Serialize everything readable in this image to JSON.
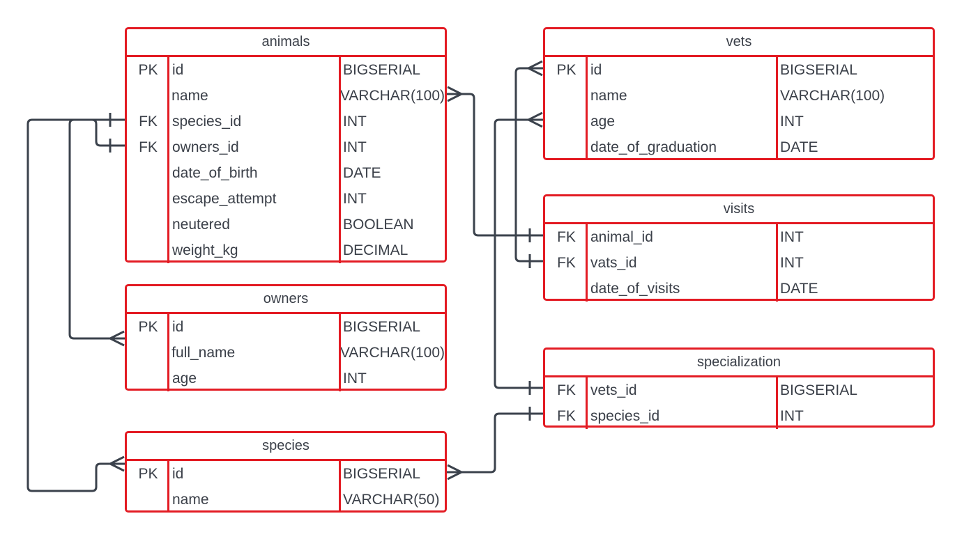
{
  "colors": {
    "entity_border": "#e31b23",
    "text": "#3a3f48",
    "connector": "#3b424c",
    "background": "#ffffff"
  },
  "tables": {
    "animals": {
      "title": "animals",
      "fields": [
        {
          "key": "PK",
          "name": "id",
          "type": "BIGSERIAL"
        },
        {
          "key": "",
          "name": "name",
          "type": "VARCHAR(100)"
        },
        {
          "key": "FK",
          "name": "species_id",
          "type": "INT"
        },
        {
          "key": "FK",
          "name": "owners_id",
          "type": "INT"
        },
        {
          "key": "",
          "name": "date_of_birth",
          "type": "DATE"
        },
        {
          "key": "",
          "name": "escape_attempt",
          "type": "INT"
        },
        {
          "key": "",
          "name": "neutered",
          "type": "BOOLEAN"
        },
        {
          "key": "",
          "name": "weight_kg",
          "type": "DECIMAL"
        }
      ]
    },
    "owners": {
      "title": "owners",
      "fields": [
        {
          "key": "PK",
          "name": "id",
          "type": "BIGSERIAL"
        },
        {
          "key": "",
          "name": "full_name",
          "type": "VARCHAR(100)"
        },
        {
          "key": "",
          "name": "age",
          "type": "INT"
        }
      ]
    },
    "species": {
      "title": "species",
      "fields": [
        {
          "key": "PK",
          "name": "id",
          "type": "BIGSERIAL"
        },
        {
          "key": "",
          "name": "name",
          "type": "VARCHAR(50)"
        }
      ]
    },
    "vets": {
      "title": "vets",
      "fields": [
        {
          "key": "PK",
          "name": "id",
          "type": "BIGSERIAL"
        },
        {
          "key": "",
          "name": "name",
          "type": "VARCHAR(100)"
        },
        {
          "key": "",
          "name": "age",
          "type": "INT"
        },
        {
          "key": "",
          "name": "date_of_graduation",
          "type": "DATE"
        }
      ]
    },
    "visits": {
      "title": "visits",
      "fields": [
        {
          "key": "FK",
          "name": "animal_id",
          "type": "INT"
        },
        {
          "key": "FK",
          "name": "vats_id",
          "type": "INT"
        },
        {
          "key": "",
          "name": "date_of_visits",
          "type": "DATE"
        }
      ]
    },
    "specialization": {
      "title": "specialization",
      "fields": [
        {
          "key": "FK",
          "name": "vets_id",
          "type": "BIGSERIAL"
        },
        {
          "key": "FK",
          "name": "species_id",
          "type": "INT"
        }
      ]
    }
  },
  "relationships": [
    {
      "from": "animals.species_id",
      "to": "species.id",
      "cardinality": "one-to-many"
    },
    {
      "from": "animals.owners_id",
      "to": "owners.id",
      "cardinality": "one-to-many"
    },
    {
      "from": "visits.animal_id",
      "to": "animals.name",
      "cardinality": "one-to-many"
    },
    {
      "from": "visits.vats_id",
      "to": "vets.id",
      "cardinality": "one-to-many"
    },
    {
      "from": "specialization.vets_id",
      "to": "vets.age",
      "cardinality": "one-to-many"
    },
    {
      "from": "specialization.species_id",
      "to": "species.id",
      "cardinality": "one-to-many"
    }
  ]
}
